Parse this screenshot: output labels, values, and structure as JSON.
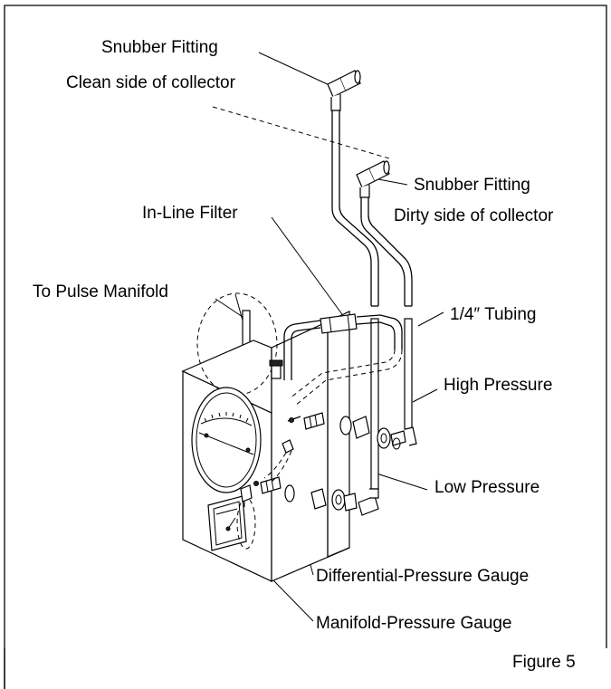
{
  "labels": {
    "snubber_clean_1": "Snubber Fitting",
    "snubber_clean_2": "Clean side of collector",
    "snubber_dirty_1": "Snubber Fitting",
    "snubber_dirty_2": "Dirty side of collector",
    "inline_filter": "In-Line Filter",
    "pulse_manifold": "To Pulse Manifold",
    "tubing": "1/4″ Tubing",
    "high_pressure": "High Pressure",
    "low_pressure": "Low Pressure",
    "diff_gauge": "Differential-Pressure Gauge",
    "manifold_gauge": "Manifold-Pressure Gauge",
    "figure": "Figure 5"
  }
}
